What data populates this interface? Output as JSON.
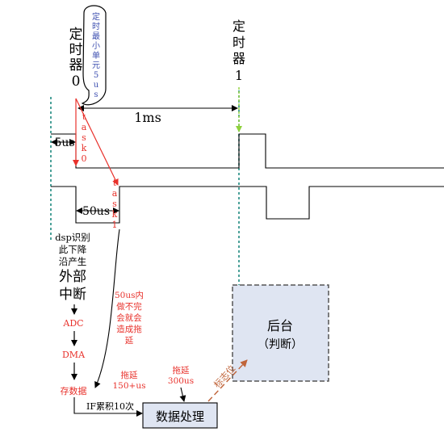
{
  "timer0": {
    "chars": [
      "定",
      "时",
      "器",
      "0"
    ]
  },
  "timer1": {
    "chars": [
      "定",
      "时",
      "器",
      "1"
    ]
  },
  "bubble": {
    "chars": [
      "定",
      "时",
      "最",
      "小",
      "单",
      "元",
      "5",
      "u",
      "s"
    ]
  },
  "interval_label": "1ms",
  "pulse_label": "5us",
  "task_window_label": "50us",
  "task0": {
    "chars": [
      "t",
      "a",
      "s",
      "k",
      "0"
    ]
  },
  "task1": {
    "chars": [
      "t",
      "a",
      "s",
      "k",
      "1"
    ]
  },
  "dsp_text": {
    "lines": [
      "dsp识别",
      "此下降",
      "沿产生"
    ]
  },
  "interrupt_text": {
    "lines": [
      "外部",
      "中断"
    ]
  },
  "adc_label": "ADC",
  "dma_label": "DMA",
  "store_label": "存数据",
  "warning_text": {
    "lines": [
      "50us内",
      "做不完",
      "会就会",
      "造成拖",
      "延"
    ]
  },
  "delay1_text": {
    "lines": [
      "拖延",
      "150+us"
    ]
  },
  "delay2_text": {
    "lines": [
      "拖延",
      "300us"
    ]
  },
  "accumulate_label": "IF累积10次",
  "processing_label": "数据处理",
  "backend_text": {
    "lines": [
      "后台",
      "（判断）"
    ]
  },
  "flag_label": "标志位",
  "colors": {
    "red": "#e8312b",
    "teal": "#1f8a80",
    "green": "#8fd13c",
    "blue_text": "#3d4fb0",
    "box_fill": "#dfe5f2",
    "dash_gray": "#555555",
    "flag_brown": "#c0643a"
  }
}
